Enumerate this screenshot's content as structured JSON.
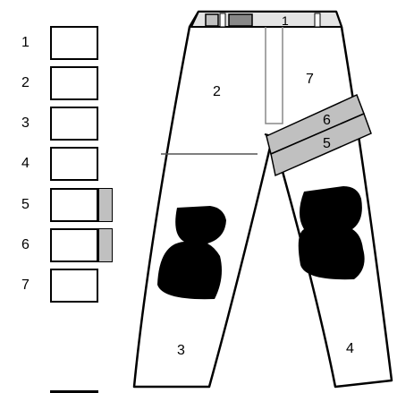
{
  "legend": {
    "rows": [
      {
        "label": "1",
        "has_swatch": false
      },
      {
        "label": "2",
        "has_swatch": false
      },
      {
        "label": "3",
        "has_swatch": false
      },
      {
        "label": "4",
        "has_swatch": false
      },
      {
        "label": "5",
        "has_swatch": true
      },
      {
        "label": "6",
        "has_swatch": true
      },
      {
        "label": "7",
        "has_swatch": false
      }
    ],
    "swatch_color": "#c0c0c0"
  },
  "pants": {
    "region_labels": {
      "waistband": "1",
      "upper_left": "2",
      "lower_left": "3",
      "lower_right": "4",
      "stripe_lower": "5",
      "stripe_upper": "6",
      "upper_right": "7"
    },
    "stripe_color": "#c0c0c0",
    "patch_color": "#000000",
    "outline_color": "#000000"
  }
}
